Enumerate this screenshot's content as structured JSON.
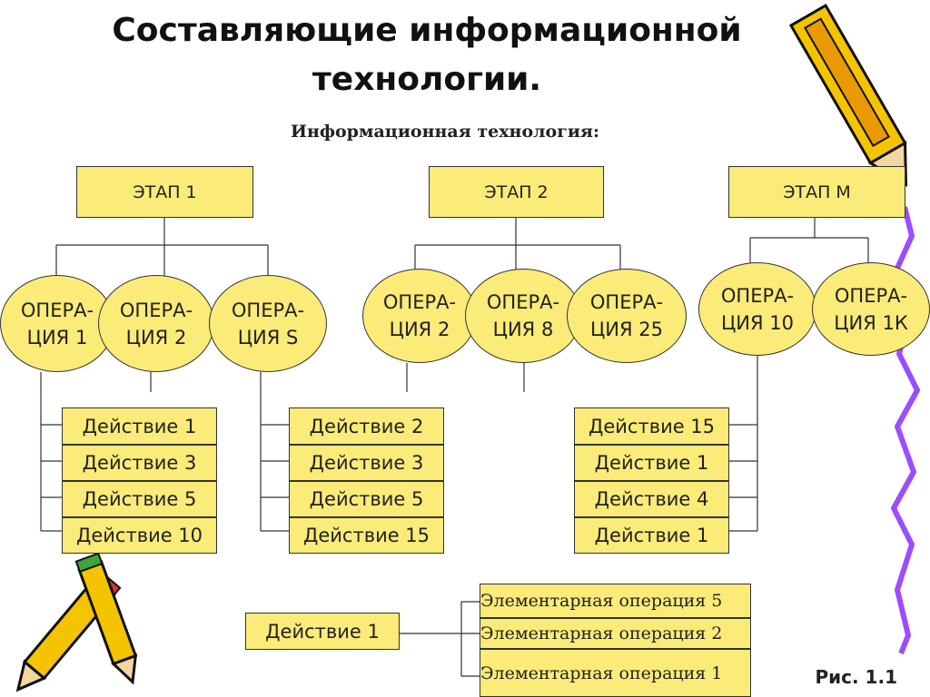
{
  "title": {
    "line1": "Составляющие информационной",
    "line2": "технологии."
  },
  "subtitle": "Информационная технология:",
  "stages": [
    "ЭТАП 1",
    "ЭТАП 2",
    "ЭТАП М"
  ],
  "operations": [
    [
      "ОПЕРА-\nЦИЯ 1",
      "ОПЕРА-\nЦИЯ 2",
      "ОПЕРА-\nЦИЯ S"
    ],
    [
      "ОПЕРА-\nЦИЯ 2",
      "ОПЕРА-\nЦИЯ 8",
      "ОПЕРА-\nЦИЯ 25"
    ],
    [
      "ОПЕРА-\nЦИЯ 10",
      "ОПЕРА-\nЦИЯ 1К"
    ]
  ],
  "actions": [
    [
      "Действие 1",
      "Действие 3",
      "Действие 5",
      "Действие 10"
    ],
    [
      "Действие 2",
      "Действие 3",
      "Действие 5",
      "Действие 15"
    ],
    [
      "Действие 15",
      "Действие 1",
      "Действие 4",
      "Действие 1"
    ]
  ],
  "detail": {
    "action": "Действие 1",
    "elementary": [
      "Элементарная операция 5",
      "Элементарная операция 2",
      "Элементарная операция 1"
    ]
  },
  "caption": "Рис. 1.1",
  "colors": {
    "fill": "#fbeb78",
    "pencil": "#f5c400",
    "squiggle": "#9b4dff"
  }
}
